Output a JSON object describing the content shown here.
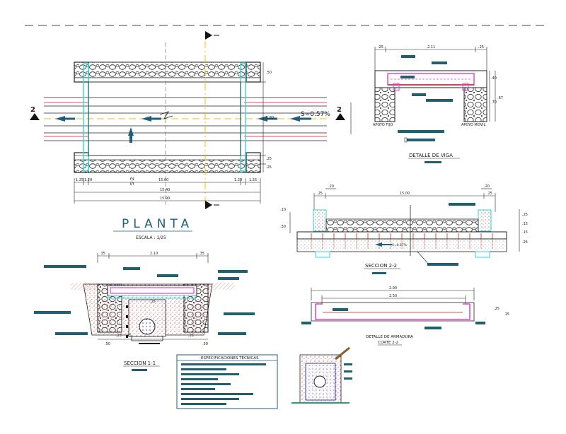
{
  "plan": {
    "title": "PLANTA",
    "scale": "ESCALA : 1/25",
    "section_marker": "2",
    "slope": "S=0.57%",
    "s2_label": "S-2",
    "dims_bottom": [
      "1.25",
      "1.20",
      "15.00",
      "1.20",
      "1.25"
    ],
    "dim_mid": "15.40",
    "dim_total": "15.90",
    "dims_right": [
      ".50",
      "1.80",
      ".25",
      ".25"
    ]
  },
  "beam_detail": {
    "title": "DETALLE DE VIGA",
    "dim_top": "2.11",
    "dim_left": ".25",
    "dim_right": ".25",
    "support_fixed": "APOYO FIJO",
    "support_mobile": "APOYO MOVIL",
    "dims_side": [
      ".40",
      ".70",
      ".67"
    ]
  },
  "section_22": {
    "title": "SECCION 2-2",
    "dim_main": "15.00",
    "dim_left_a": ".20",
    "dim_left_b": ".25",
    "dim_right_a": ".20",
    "dim_right_b": ".25",
    "left_dims": [
      ".10",
      ".30"
    ],
    "right_dims": [
      ".25",
      ".15",
      ".15",
      ".25"
    ],
    "slope_label": "S=0.57%"
  },
  "section_11": {
    "title": "SECCION 1-1",
    "dim_top": "2.10",
    "dim_left": ".35",
    "dim_right": ".35",
    "dim_mid": ".25",
    "dims_bottom": [
      ".50",
      ".23",
      ".25",
      ".25",
      ".50"
    ]
  },
  "reinforcement": {
    "title": "DETALLE DE ARMADURA",
    "subtitle": "CORTE 2-2",
    "dim_outer": "2.90",
    "dim_inner": "2.50",
    "dim_side_a": ".25",
    "dim_side_b": ".15"
  },
  "specs": {
    "title": "ESPECIFICACIONES TECNICAS"
  },
  "colors": {
    "line": "#1a1a1a",
    "cyan": "#33d6d6",
    "magenta": "#e040c8",
    "red": "#d81b1b",
    "yellow": "#f2c200",
    "tag": "#1f5f6e",
    "blue": "#2a3fd0"
  }
}
